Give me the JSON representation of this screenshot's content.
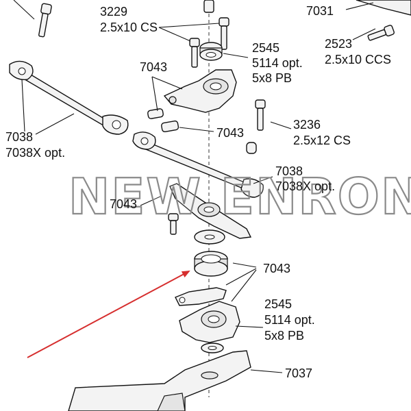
{
  "colors": {
    "arrow": "#d62e2e",
    "ink": "#111111",
    "watermark": "#8a8a8a"
  },
  "watermark": {
    "text": "NEW ENRON"
  },
  "labels": {
    "l7031": "7031",
    "l3229": "3229",
    "l3229b": "2.5x10 CS",
    "l2545a": "2545",
    "l2545a_b": "5114 opt.",
    "l2545a_c": "5x8 PB",
    "l2523": "2523",
    "l2523b": "2.5x10 CCS",
    "l7043a": "7043",
    "l7038a": "7038",
    "l7038a_b": "7038X opt.",
    "l7043b": "7043",
    "l3236": "3236",
    "l3236b": "2.5x12 CS",
    "l7038b": "7038",
    "l7038b_b": "7038X opt.",
    "l7043c": "7043",
    "l7043d": "7043",
    "l2545b": "2545",
    "l2545b_b": "5114 opt.",
    "l2545b_c": "5x8 PB",
    "l7037": "7037"
  }
}
